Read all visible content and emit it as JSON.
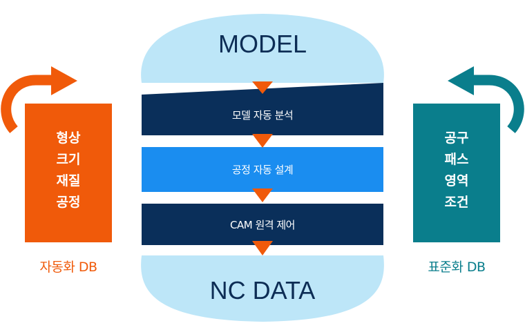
{
  "colors": {
    "orange": "#f05a0a",
    "teal": "#0a7e8c",
    "navy": "#0a2f5a",
    "blue": "#1a8df0",
    "light_blue": "#bde6f8",
    "title_text": "#0d2d55",
    "white": "#ffffff"
  },
  "top_cap": {
    "label": "MODEL"
  },
  "bottom_cap": {
    "label": "NC DATA"
  },
  "steps": [
    {
      "label": "모델 자동 분석"
    },
    {
      "label": "공정 자동 설계"
    },
    {
      "label": "CAM 원격 제어"
    }
  ],
  "left_box": {
    "lines": [
      "형상",
      "크기",
      "재질",
      "공정"
    ],
    "caption": "자동화 DB"
  },
  "right_box": {
    "lines": [
      "공구",
      "패스",
      "영역",
      "조건"
    ],
    "caption": "표준화 DB"
  }
}
